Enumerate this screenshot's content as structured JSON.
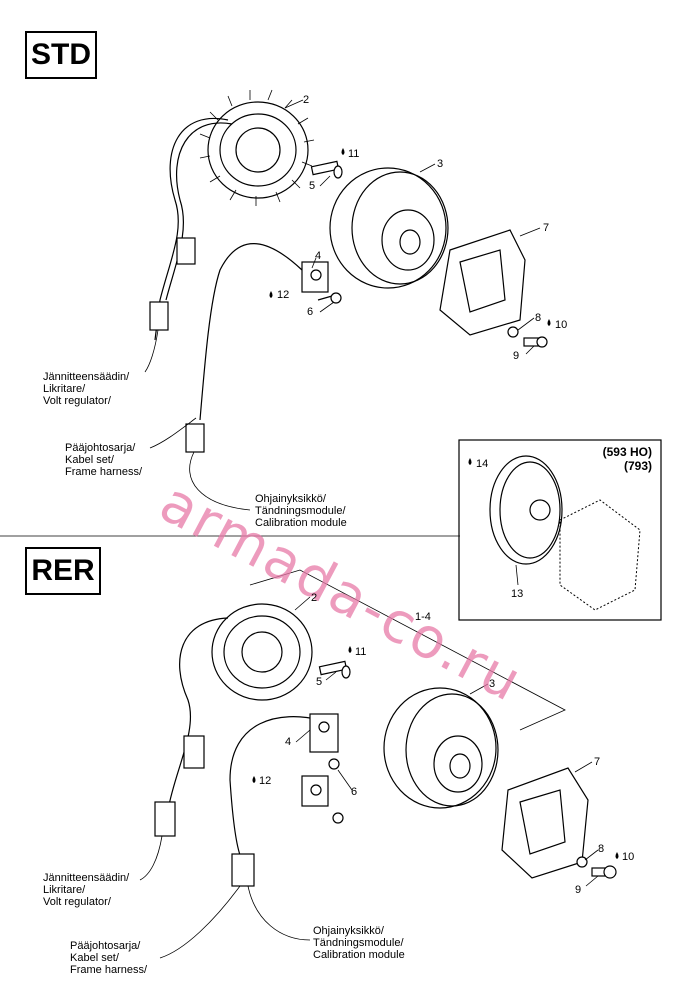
{
  "sections": {
    "std": {
      "tag": "STD"
    },
    "rer": {
      "tag": "RER"
    }
  },
  "labels": {
    "volt_regulator": [
      "Jännitteensäädin/",
      "Likritare/",
      "Volt regulator/"
    ],
    "frame_harness": [
      "Pääjohtosarja/",
      "Kabel set/",
      "Frame harness/"
    ],
    "calibration_module": [
      "Ohjainyksikkö/",
      "Tändningsmodule/",
      "Calibration module"
    ]
  },
  "inset": {
    "variant_1": "(593 HO)",
    "variant_2": "(793)",
    "part_13": "13",
    "part_14": "14"
  },
  "std_parts": {
    "p2": "2",
    "p3": "3",
    "p4": "4",
    "p5": "5",
    "p6": "6",
    "p7": "7",
    "p8": "8",
    "p9": "9",
    "p10": "10",
    "p11": "11",
    "p12": "12"
  },
  "rer_parts": {
    "p1_4": "1-4",
    "p2": "2",
    "p3": "3",
    "p4": "4",
    "p5": "5",
    "p6": "6",
    "p7": "7",
    "p8": "8",
    "p9": "9",
    "p10": "10",
    "p11": "11",
    "p12": "12"
  },
  "watermark": "armada-co.ru"
}
